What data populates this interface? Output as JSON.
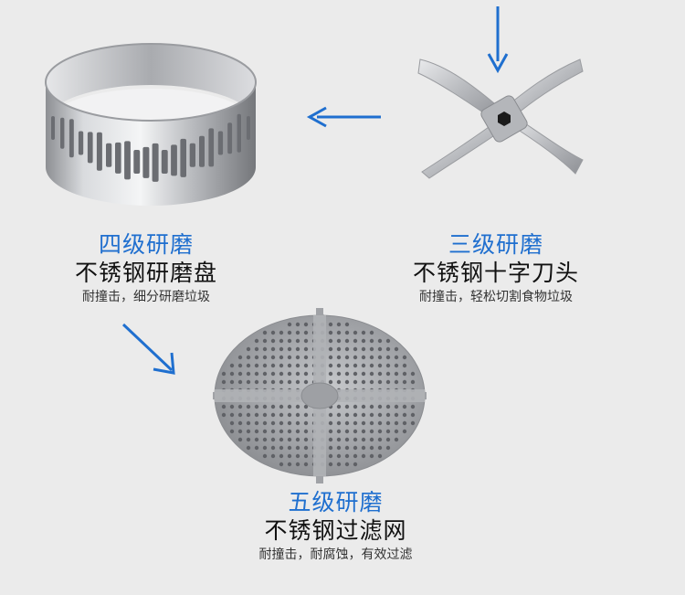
{
  "colors": {
    "accent": "#1f6fcf",
    "background": "#ebebeb",
    "title": "#111111"
  },
  "items": {
    "ring": {
      "level": "四级研磨",
      "name": "不锈钢研磨盘",
      "desc": "耐撞击，细分研磨垃圾"
    },
    "blade": {
      "level": "三级研磨",
      "name": "不锈钢十字刀头",
      "desc": "耐撞击，轻松切割食物垃圾"
    },
    "filter": {
      "level": "五级研磨",
      "name": "不锈钢过滤网",
      "desc": "耐撞击，耐腐蚀，有效过滤"
    }
  },
  "arrows": [
    {
      "name": "down-arrow-icon",
      "direction": "down"
    },
    {
      "name": "left-arrow-icon",
      "direction": "left"
    },
    {
      "name": "down-right-arrow-icon",
      "direction": "down-right"
    }
  ]
}
